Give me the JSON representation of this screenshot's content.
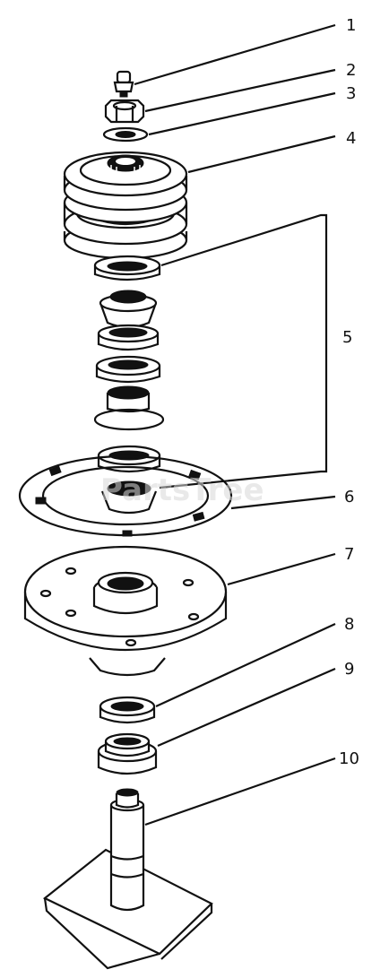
{
  "callouts": [
    {
      "label": "1"
    },
    {
      "label": "2"
    },
    {
      "label": "3"
    },
    {
      "label": "4"
    },
    {
      "label": "5"
    },
    {
      "label": "6"
    },
    {
      "label": "7"
    },
    {
      "label": "8"
    },
    {
      "label": "9"
    },
    {
      "label": "10"
    }
  ],
  "watermark": "PartsTree",
  "colors": {
    "ink": "#111111",
    "background": "#ffffff"
  }
}
